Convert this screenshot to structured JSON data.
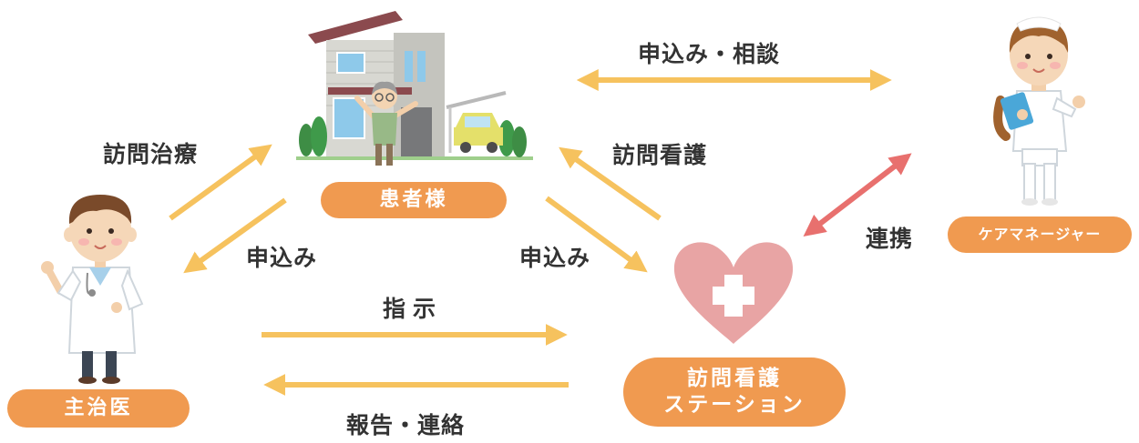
{
  "nodes": {
    "patient": {
      "label": "患者様"
    },
    "doctor": {
      "label": "主治医"
    },
    "station": {
      "label_line1": "訪問看護",
      "label_line2": "ステーション"
    },
    "care_manager": {
      "label": "ケアマネージャー"
    }
  },
  "edges": {
    "visit_treatment": "訪問治療",
    "doctor_application": "申込み",
    "consultation": "申込み・相談",
    "visit_nursing": "訪問看護",
    "station_application": "申込み",
    "instruction": "指示",
    "report": "報告・連絡",
    "cooperation": "連携"
  },
  "colors": {
    "pill": "#f09a50",
    "arrow": "#f6c25e",
    "link_arrow": "#e8706e",
    "heart": "#e8a4a4",
    "text": "#333333"
  }
}
